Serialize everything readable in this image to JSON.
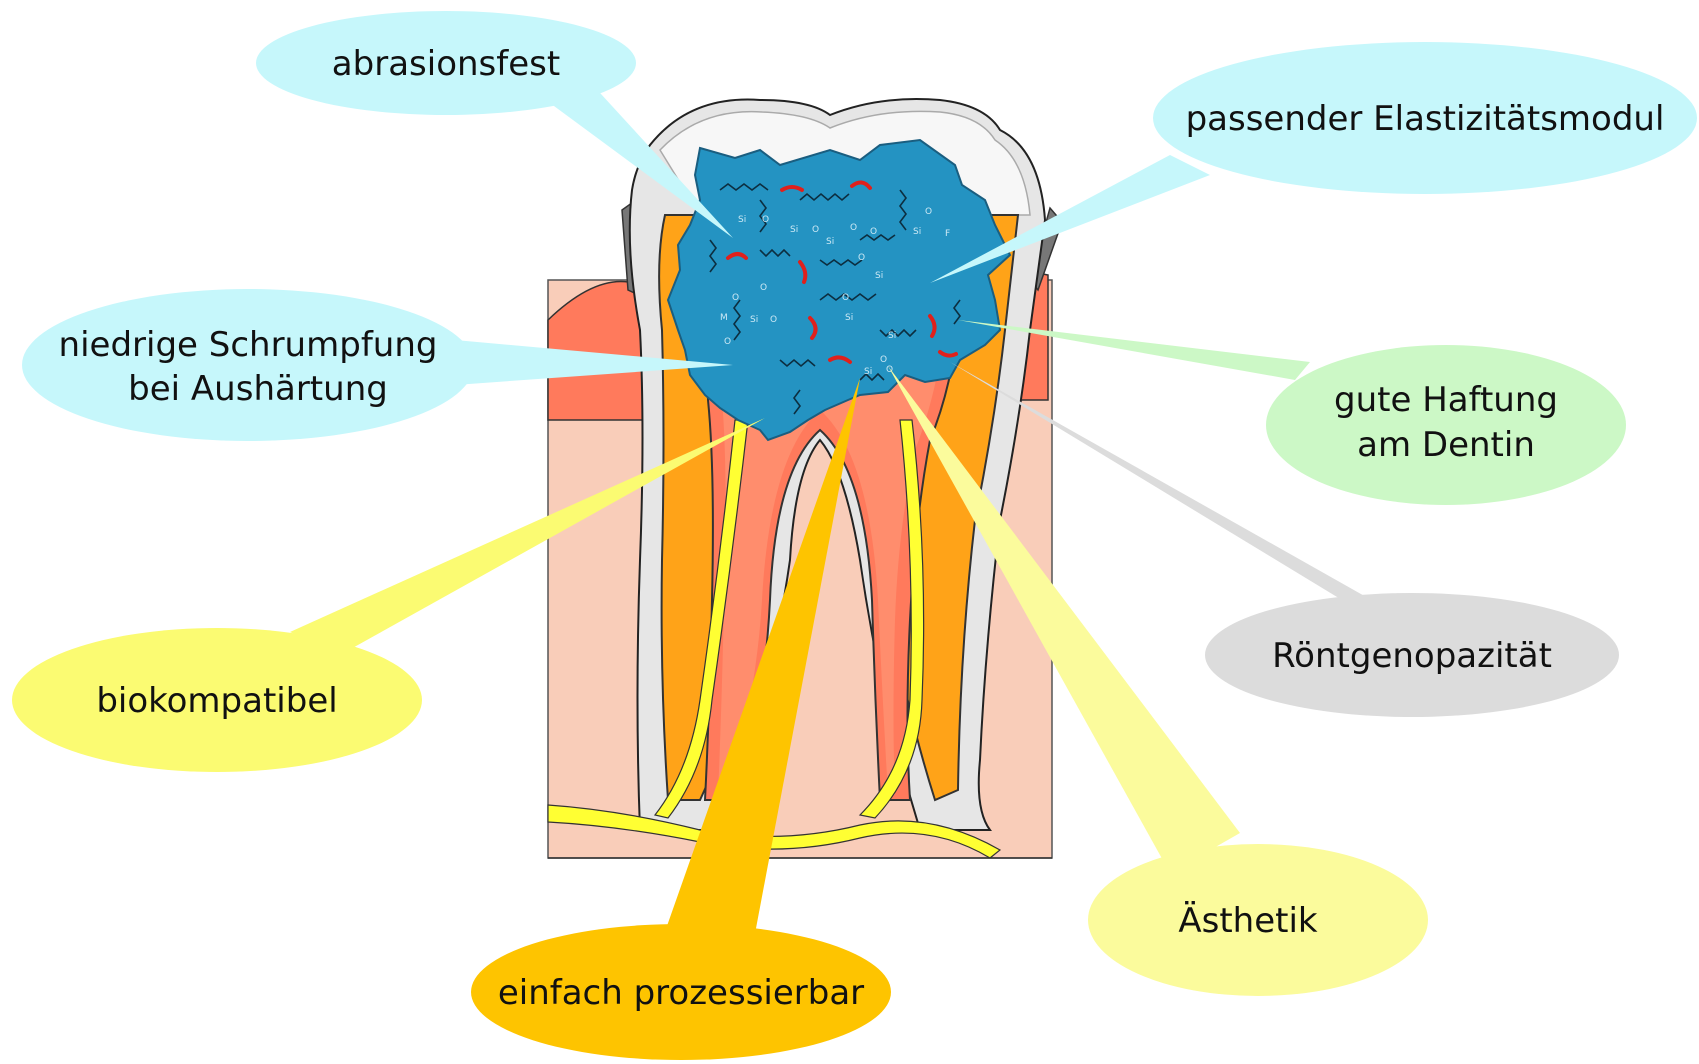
{
  "callouts": {
    "abrasion": {
      "lines": [
        "abrasionsfest"
      ],
      "fill": "#c6f7fb"
    },
    "elasticity": {
      "lines": [
        "passender Elastizitätsmodul"
      ],
      "fill": "#c6f7fb"
    },
    "shrinkage": {
      "lines": [
        "niedrige Schrumpfung",
        "bei Aushärtung"
      ],
      "fill": "#c6f7fb"
    },
    "adhesion": {
      "lines": [
        "gute Haftung",
        "am Dentin"
      ],
      "fill": "#ccf8c6"
    },
    "radiopacity": {
      "lines": [
        "Röntgenopazität"
      ],
      "fill": "#dcdcdc"
    },
    "biocompatible": {
      "lines": [
        "biokompatibel"
      ],
      "fill": "#fbfb72"
    },
    "aesthetics": {
      "lines": [
        "Ästhetik"
      ],
      "fill": "#fbfb9c"
    },
    "processable": {
      "lines": [
        "einfach prozessierbar"
      ],
      "fill": "#fec400"
    }
  },
  "colors": {
    "enamel": "#f2f2f2",
    "dentin": "#ffa318",
    "pulp": "#ff7a5c",
    "gum": "#f9cdb9",
    "nerve": "#ffff33",
    "composite": "#2493c2",
    "crosslink": "#e0201c",
    "outline": "#222222"
  },
  "icons": {
    "tooth": "molar-cross-section-icon",
    "composite": "composite-filling-icon"
  },
  "chem_labels": [
    "O",
    "Si",
    "M",
    "F"
  ]
}
